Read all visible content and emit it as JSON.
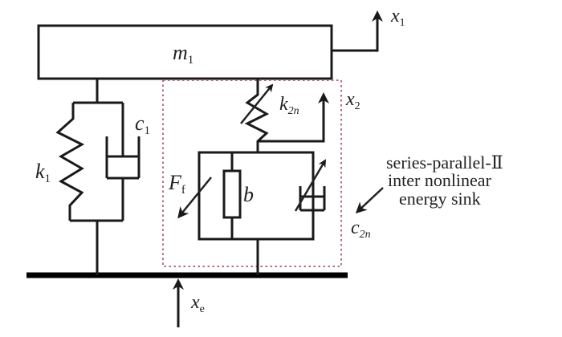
{
  "title": "Two-DOF system with series-parallel-II inter nonlinear energy sink",
  "labels": {
    "mass": {
      "base": "m",
      "sub": "1"
    },
    "x1": {
      "base": "x",
      "sub": "1"
    },
    "x2": {
      "base": "x",
      "sub": "2"
    },
    "xe": {
      "base": "x",
      "sub": "e"
    },
    "k1": {
      "base": "k",
      "sub": "1"
    },
    "c1": {
      "base": "c",
      "sub": "1"
    },
    "k2n": {
      "base": "k",
      "sub": "2n"
    },
    "c2n": {
      "base": "c",
      "sub": "2n"
    },
    "Ff": {
      "base": "F",
      "sub": "f"
    },
    "b": {
      "base": "b"
    }
  },
  "annotation": {
    "lines": [
      "series-parallel-Ⅱ",
      "inter nonlinear",
      "energy sink"
    ]
  },
  "colors": {
    "line": "#1a1a1a",
    "dashed_box": "#b0707a"
  }
}
